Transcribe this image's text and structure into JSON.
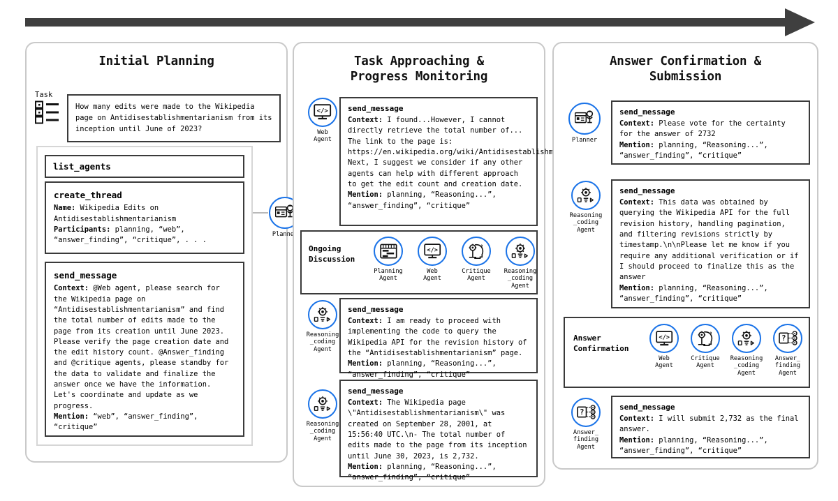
{
  "flow_arrow": {
    "name": "progress-arrow",
    "color": "#3f3f3f"
  },
  "panels": [
    {
      "id": "initial-planning",
      "title": "Initial Planning",
      "task_label": "Task",
      "task_text": "How many edits were made to the Wikipedia page on Antidisestablishmentarianism from its inception until June of 2023?",
      "agent": {
        "name": "Planner",
        "caption": "Planner",
        "icon": "planner-icon"
      },
      "tool_calls": [
        {
          "fname": "list_agents"
        },
        {
          "fname": "create_thread",
          "fields": [
            {
              "label": "Name:",
              "value": " Wikipedia Edits on Antidisestablishmentarianism"
            },
            {
              "label": "Participants:",
              "value": "  planning, “web”, “answer_finding”, “critique”, . . ."
            }
          ]
        },
        {
          "fname": "send_message",
          "fields": [
            {
              "label": "Context:",
              "value": " @Web agent, please search for the Wikipedia page on “Antidisestablishmentarianism” and find the total number of edits made to the page from its creation until June 2023. Please verify the page creation date and the edit history count. @Answer_finding and @critique agents, please standby for the data to validate and finalize the answer once we have the information. Let's coordinate and update as we progress."
            },
            {
              "label": "Mention:",
              "value": " “web”, “answer_finding”, “critique”"
            }
          ]
        }
      ]
    },
    {
      "id": "task-approaching",
      "title": "Task Approaching &\nProgress Monitoring",
      "messages": [
        {
          "agent": {
            "caption": "Web\nAgent",
            "icon": "web-agent-icon"
          },
          "fname": "send_message",
          "fields": [
            {
              "label": "Context:",
              "value": " I found...However, I cannot directly retrieve the total number of... The link to the page is: https://en.wikipedia.org/wiki/Antidisestablishmentarianism. Next, I suggest we consider if any other agents can help with different approach to get the edit count and creation date."
            },
            {
              "label": "Mention:",
              "value": " planning, “Reasoning...”, “answer_finding”, “critique”"
            }
          ]
        },
        {
          "agent": {
            "caption": "Reasoning\n_coding\nAgent",
            "icon": "reasoning-coding-agent-icon"
          },
          "fname": "send_message",
          "fields": [
            {
              "label": "Context:",
              "value": " I am ready to proceed with implementing the code to query the Wikipedia API for the revision history of the “Antidisestablishmentarianism” page."
            },
            {
              "label": "Mention:",
              "value": " planning, “Reasoning...”, “answer_finding”, “critique”"
            }
          ]
        },
        {
          "agent": {
            "caption": "Reasoning\n_coding\nAgent",
            "icon": "reasoning-coding-agent-icon"
          },
          "fname": "send_message",
          "fields": [
            {
              "label": "Context:",
              "value": " The Wikipedia page \\\"Antidisestablishmentarianism\\\" was created on September 28, 2001, at 15:56:40 UTC.\\n- The total number of edits made to the page from its inception until June 30, 2023, is 2,732."
            },
            {
              "label": "Mention:",
              "value": " planning, “Reasoning...”, “answer_finding”, “critique”"
            }
          ]
        }
      ],
      "group_bar": {
        "label": "Ongoing\nDiscussion",
        "agents": [
          {
            "caption": "Planning\nAgent",
            "icon": "planning-agent-icon"
          },
          {
            "caption": "Web\nAgent",
            "icon": "web-agent-icon"
          },
          {
            "caption": "Critique\nAgent",
            "icon": "critique-agent-icon"
          },
          {
            "caption": "Reasoning\n_coding\nAgent",
            "icon": "reasoning-coding-agent-icon"
          }
        ]
      }
    },
    {
      "id": "answer-confirmation",
      "title": "Answer Confirmation &\nSubmission",
      "messages": [
        {
          "agent": {
            "caption": "Planner",
            "icon": "planner-icon"
          },
          "fname": "send_message",
          "fields": [
            {
              "label": "Context:",
              "value": " Please vote for the certainty for the answer of 2732"
            },
            {
              "label": "Mention:",
              "value": " planning, “Reasoning...”, “answer_finding”, “critique”"
            }
          ]
        },
        {
          "agent": {
            "caption": "Reasoning\n_coding\nAgent",
            "icon": "reasoning-coding-agent-icon"
          },
          "fname": "send_message",
          "fields": [
            {
              "label": "Context:",
              "value": " This data was obtained by querying the Wikipedia API for the full revision history, handling pagination, and filtering revisions strictly by timestamp.\\n\\nPlease let me know if you require any additional verification or if I should proceed to finalize this as the answer"
            },
            {
              "label": "Mention:",
              "value": " planning, “Reasoning...”, “answer_finding”, “critique”"
            }
          ]
        },
        {
          "agent": {
            "caption": "Answer_\nfinding\nAgent",
            "icon": "answer-finding-agent-icon"
          },
          "fname": "send_message",
          "fields": [
            {
              "label": "Context:",
              "value": " I will submit 2,732 as the final answer."
            },
            {
              "label": "Mention:",
              "value": " planning, “Reasoning...”, “answer_finding”, “critique”"
            }
          ]
        }
      ],
      "group_bar": {
        "label": "Answer\nConfirmation",
        "agents": [
          {
            "caption": "Web\nAgent",
            "icon": "web-agent-icon"
          },
          {
            "caption": "Critique\nAgent",
            "icon": "critique-agent-icon"
          },
          {
            "caption": "Reasoning\n_coding\nAgent",
            "icon": "reasoning-coding-agent-icon"
          },
          {
            "caption": "Answer_\nfinding\nAgent",
            "icon": "answer-finding-agent-icon"
          }
        ]
      }
    }
  ],
  "colors": {
    "accent_blue": "#1a73e8",
    "outline_dark": "#3a3a3a",
    "panel_border": "#c9c9c9"
  }
}
